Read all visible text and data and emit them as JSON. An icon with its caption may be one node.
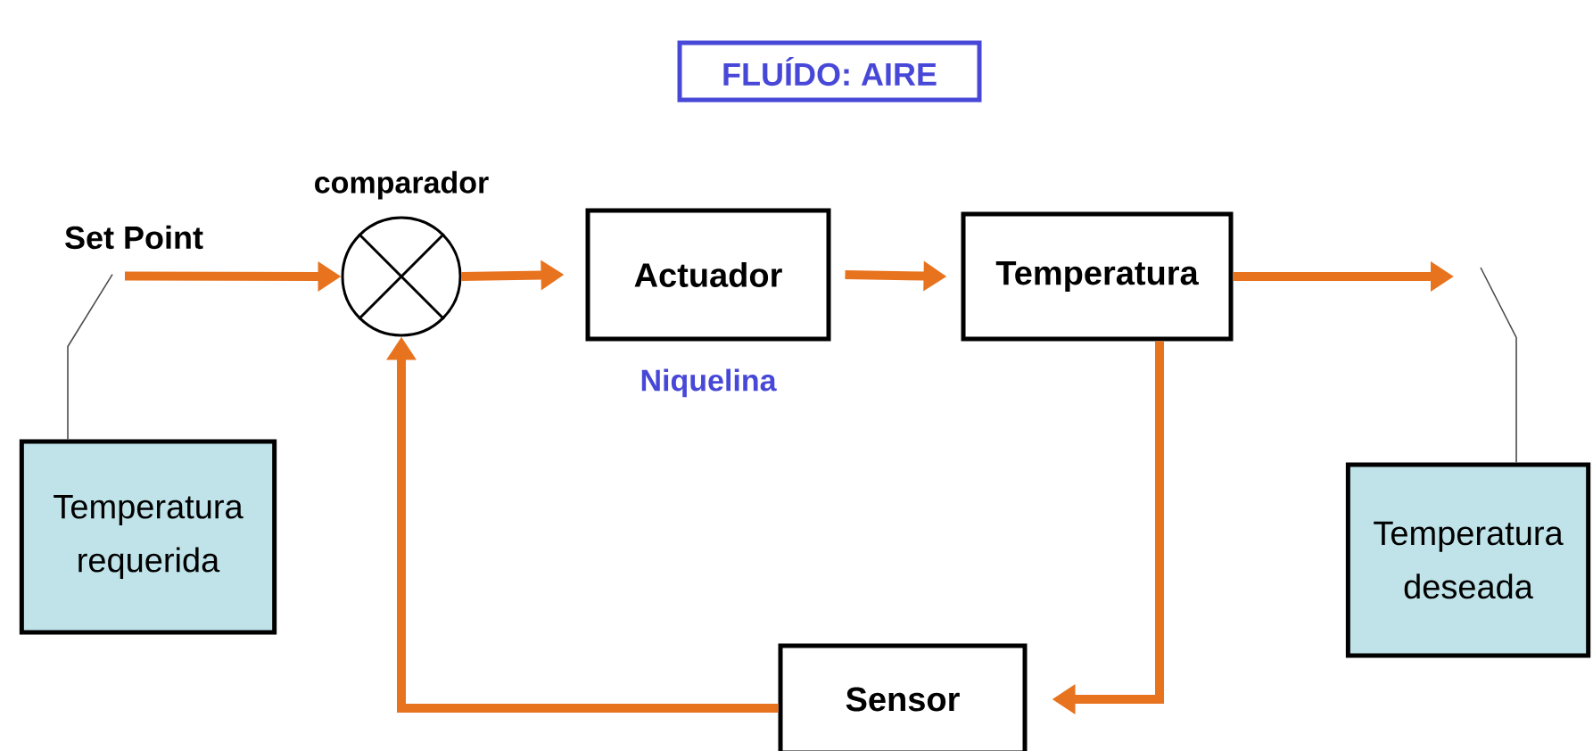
{
  "diagram": {
    "nodes": [
      {
        "text": [
          "FLUÍDO: AIRE"
        ]
      },
      {
        "text": [
          "Set Point"
        ]
      },
      {
        "text": [
          "comparador"
        ]
      },
      {
        "text": [
          "Actuador"
        ],
        "beside": [
          "Niquelina"
        ]
      },
      {
        "text": [
          "Temperatura"
        ]
      },
      {
        "text": [
          "Sensor"
        ]
      },
      {
        "text": [
          "Temperatura requerida"
        ]
      },
      {
        "text": [
          "Temperatura deseada"
        ]
      }
    ],
    "edges": [
      {
        "from": 1,
        "to": 2,
        "arrow": "to"
      },
      {
        "from": 2,
        "to": 3,
        "arrow": "to"
      },
      {
        "from": 3,
        "to": 4,
        "arrow": "to"
      },
      {
        "from": 4,
        "to": 5,
        "arrow": "to"
      },
      {
        "from": 5,
        "to": 2,
        "arrow": "to"
      },
      {
        "from": 4,
        "to": null,
        "arrow": "to"
      },
      {
        "from": 6,
        "to": 1,
        "arrow": "none",
        "color": "#4c4c4c"
      },
      {
        "from": 7,
        "to": null,
        "arrow": "none",
        "color": "#4c4c4c"
      }
    ]
  }
}
